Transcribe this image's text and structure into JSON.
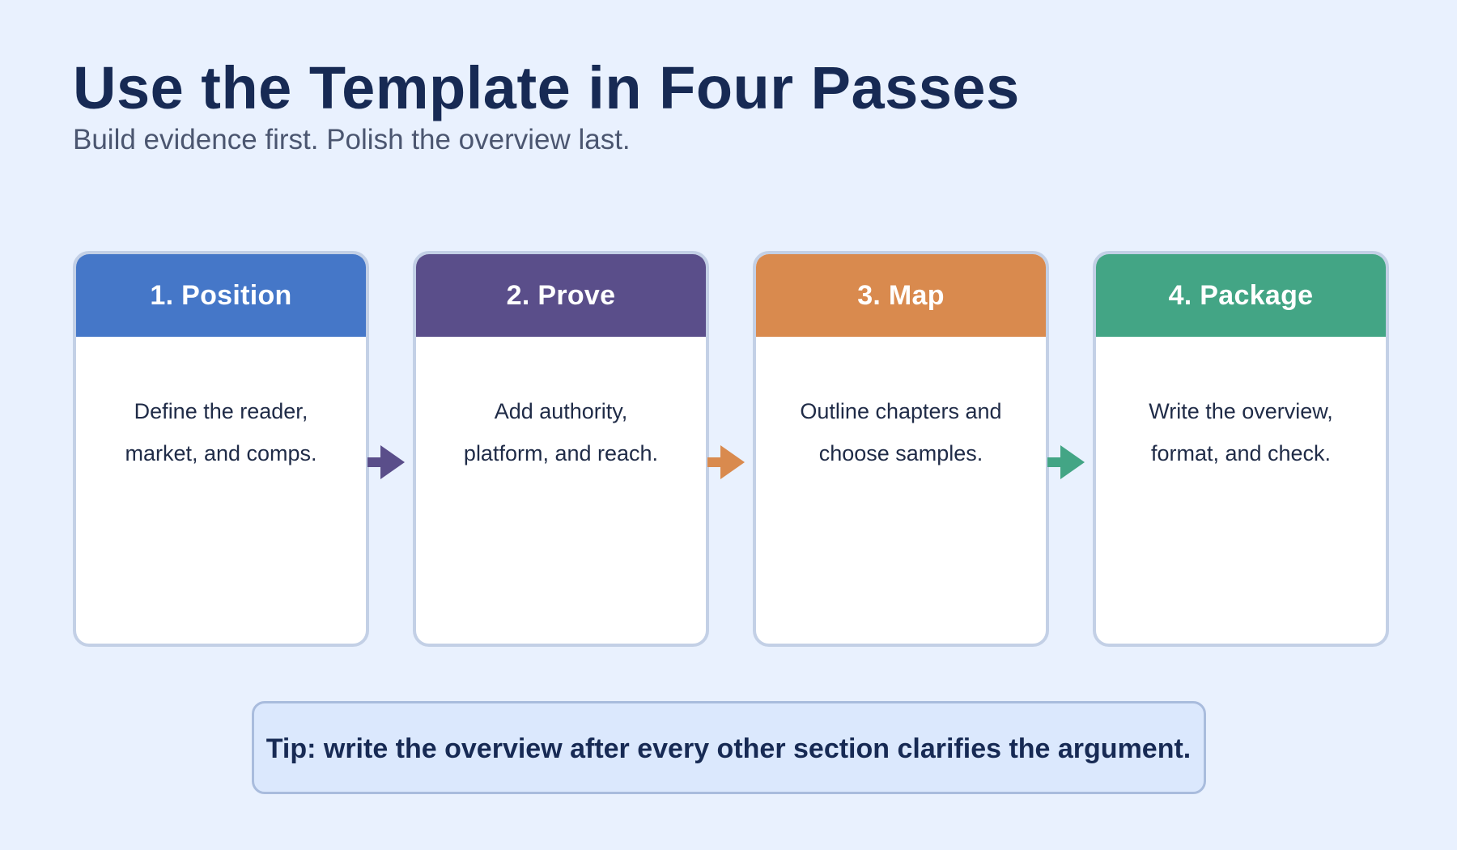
{
  "header": {
    "title": "Use the Template in Four Passes",
    "subtitle": "Build evidence first. Polish the overview last."
  },
  "steps": [
    {
      "label": "1. Position",
      "line1": "Define the reader,",
      "line2": "market, and comps.",
      "color": "#4577c8"
    },
    {
      "label": "2. Prove",
      "line1": "Add authority,",
      "line2": "platform, and reach.",
      "color": "#5a4e8a"
    },
    {
      "label": "3. Map",
      "line1": "Outline chapters and",
      "line2": "choose samples.",
      "color": "#d98a4e"
    },
    {
      "label": "4. Package",
      "line1": "Write the overview,",
      "line2": "format, and check.",
      "color": "#43a585"
    }
  ],
  "arrows": [
    {
      "color": "#5a4e8a"
    },
    {
      "color": "#d98a4e"
    },
    {
      "color": "#43a585"
    }
  ],
  "tip": {
    "text": "Tip: write the overview after every other section clarifies the argument."
  },
  "colors": {
    "background": "#e9f1fe",
    "title": "#172a54",
    "card_border": "#c3d0e6",
    "tip_fill": "#dbe8fd",
    "tip_border": "#a9bcdd"
  }
}
